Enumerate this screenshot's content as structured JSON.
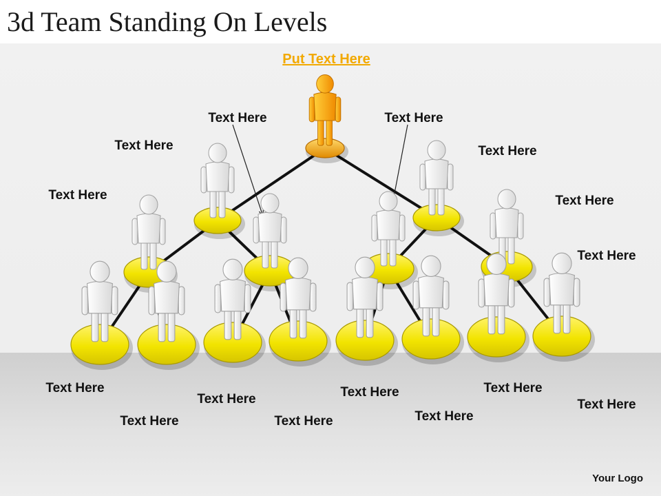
{
  "title": "3d Team Standing On Levels",
  "subtitle": "Put Text Here",
  "logo": "Your Logo",
  "labels": [
    "Text Here",
    "Text Here",
    "Text Here",
    "Text Here",
    "Text Here",
    "Text Here",
    "Text Here",
    "Text Here",
    "Text Here",
    "Text Here",
    "Text Here",
    "Text Here",
    "Text Here",
    "Text Here",
    "Text Here"
  ],
  "colors": {
    "leader": "#f5a90a",
    "disc": "#f2e400",
    "figure": "#ffffff",
    "subtitle": "#f2a900",
    "line": "#111111"
  }
}
